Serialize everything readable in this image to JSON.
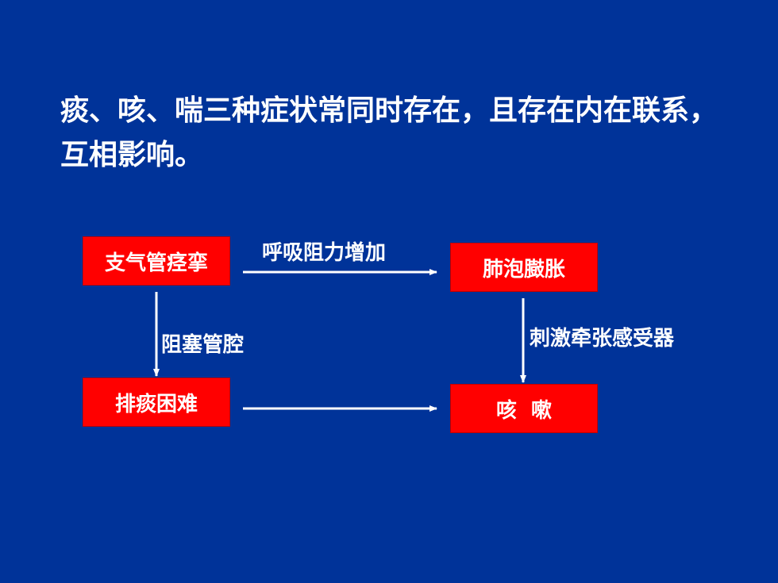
{
  "slide": {
    "background": "#003399",
    "headline": "痰、咳、喘三种症状常同时存在，且存在内在联系，互相影响。"
  },
  "diagram": {
    "node_color": "#ff0000",
    "nodes": {
      "bronchospasm": "支气管痉挛",
      "alveolar_distension": "肺泡臌胀",
      "sputum_difficulty": "排痰困难",
      "cough": "咳  嗽"
    },
    "edges": {
      "bronchospasm_to_alveolar": "呼吸阻力增加",
      "bronchospasm_to_sputum": "阻塞管腔",
      "alveolar_to_cough": "刺激牵张感受器",
      "sputum_to_cough": ""
    }
  }
}
